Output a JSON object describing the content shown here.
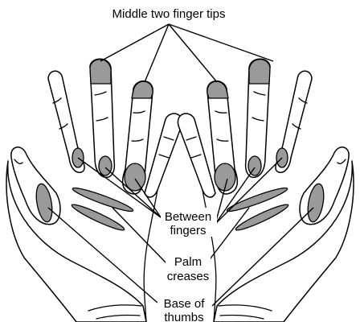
{
  "labels": {
    "fingertips": "Middle two finger tips",
    "between_line1": "Between",
    "between_line2": "fingers",
    "palm_line1": "Palm",
    "palm_line2": "creases",
    "base_line1": "Base of",
    "base_line2": "thumbs"
  },
  "colors": {
    "highlight": "#9a9a9a",
    "outline": "#000000",
    "background": "#ffffff"
  }
}
